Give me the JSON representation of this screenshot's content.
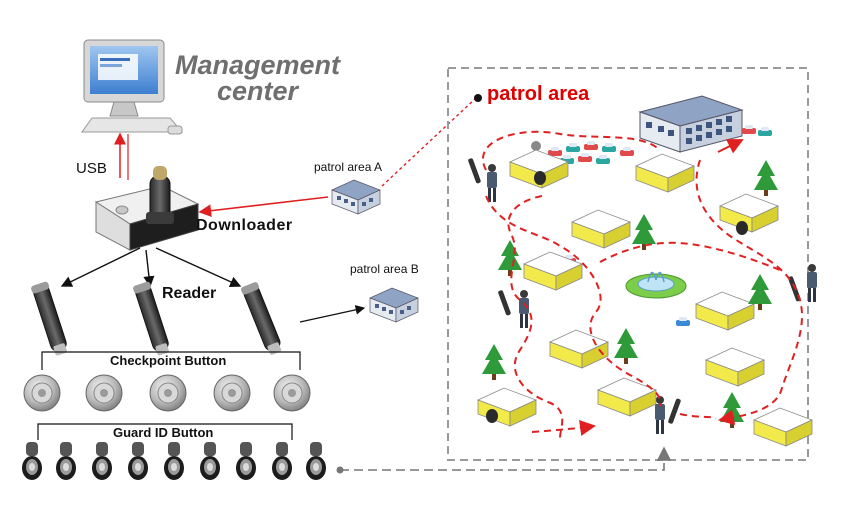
{
  "labels": {
    "management_line1": "Management",
    "management_line2": "center",
    "usb": "USB",
    "downloader": "Downloader",
    "reader": "Reader",
    "patrol_area_a": "patrol area A",
    "patrol_area_b": "patrol area B",
    "checkpoint_button": "Checkpoint Button",
    "guard_id_button": "Guard ID Button",
    "patrol_area": "patrol area"
  },
  "colors": {
    "route": "#e02020",
    "patrol_title": "#e00000",
    "frame": "#9a9a9a",
    "grass": "#7ccd4a",
    "tree": "#2e9a3a",
    "building_wall": "#f2e94a",
    "building_roof": "#ffffff"
  }
}
